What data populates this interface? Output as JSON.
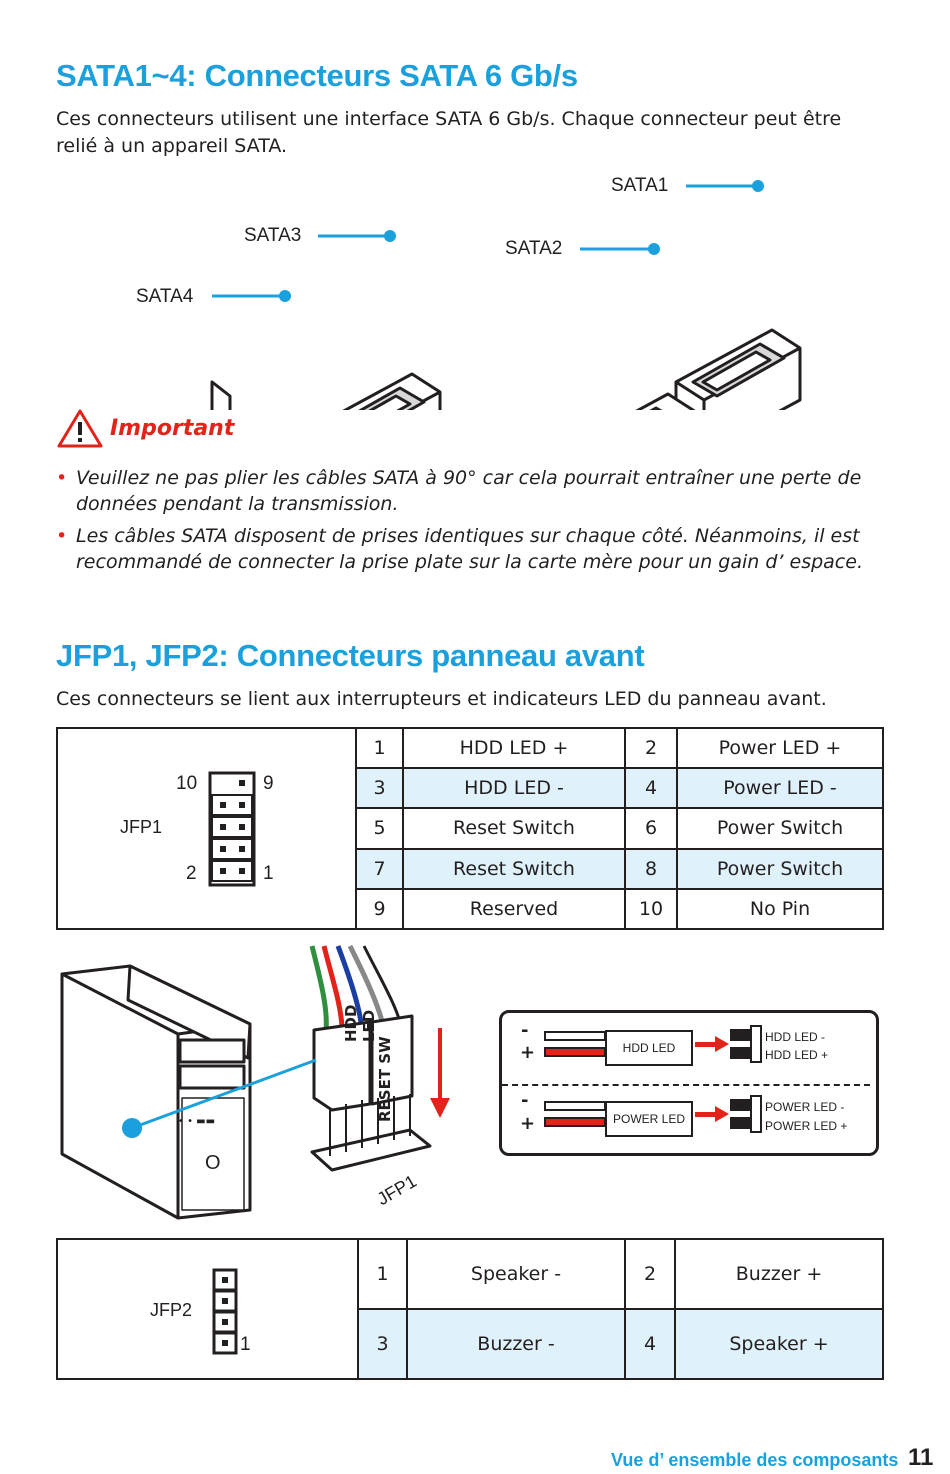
{
  "sata": {
    "title": "SATA1~4: Connecteurs SATA 6 Gb/s",
    "desc": "Ces connecteurs utilisent une interface SATA 6 Gb/s. Chaque connecteur peut être relié à un appareil SATA.",
    "labels": {
      "sata1": "SATA1",
      "sata2": "SATA2",
      "sata3": "SATA3",
      "sata4": "SATA4"
    }
  },
  "important": {
    "title": "Important",
    "bullets": [
      "Veuillez ne pas plier les câbles SATA à 90° car cela pourrait entraîner une perte de données pendant la transmission.",
      "Les câbles SATA disposent de prises identiques sur chaque côté. Néanmoins, il est recommandé de connecter la prise plate sur la carte mère pour un gain d’ espace."
    ]
  },
  "jfp": {
    "title": "JFP1, JFP2: Connecteurs panneau avant",
    "desc": "Ces connecteurs se lient aux interrupteurs et indicateurs LED du panneau avant.",
    "jfp1": {
      "name": "JFP1",
      "pin_labels": {
        "tl": "10",
        "tr": "9",
        "bl": "2",
        "br": "1"
      },
      "rows": [
        {
          "a": "1",
          "a_label": "HDD LED +",
          "b": "2",
          "b_label": "Power LED +"
        },
        {
          "a": "3",
          "a_label": "HDD LED -",
          "b": "4",
          "b_label": "Power LED -"
        },
        {
          "a": "5",
          "a_label": "Reset Switch",
          "b": "6",
          "b_label": "Power Switch"
        },
        {
          "a": "7",
          "a_label": "Reset Switch",
          "b": "8",
          "b_label": "Power Switch"
        },
        {
          "a": "9",
          "a_label": "Reserved",
          "b": "10",
          "b_label": "No Pin"
        }
      ]
    },
    "diagram": {
      "hdd_led_cable": "HDD LED",
      "reset_sw_cable": "RESET SW",
      "header": "JFP1",
      "minus": "-",
      "plus": "+",
      "hdd_led_box": "HDD LED",
      "hdd_led_minus": "HDD LED -",
      "hdd_led_plus": "HDD LED +",
      "power_led_box": "POWER LED",
      "power_led_minus": "POWER LED -",
      "power_led_plus": "POWER LED +",
      "case_button": "O",
      "case_dots": "• • ▬▬"
    },
    "jfp2": {
      "name": "JFP2",
      "pin_label": "1",
      "rows": [
        {
          "a": "1",
          "a_label": "Speaker -",
          "b": "2",
          "b_label": "Buzzer +"
        },
        {
          "a": "3",
          "a_label": "Buzzer -",
          "b": "4",
          "b_label": "Speaker +"
        }
      ]
    }
  },
  "footer": {
    "text": "Vue d’ ensemble des composants",
    "page": "11"
  },
  "colors": {
    "accent": "#1aa1dd",
    "warning": "#e2231a",
    "row_highlight": "#dff2fb"
  }
}
